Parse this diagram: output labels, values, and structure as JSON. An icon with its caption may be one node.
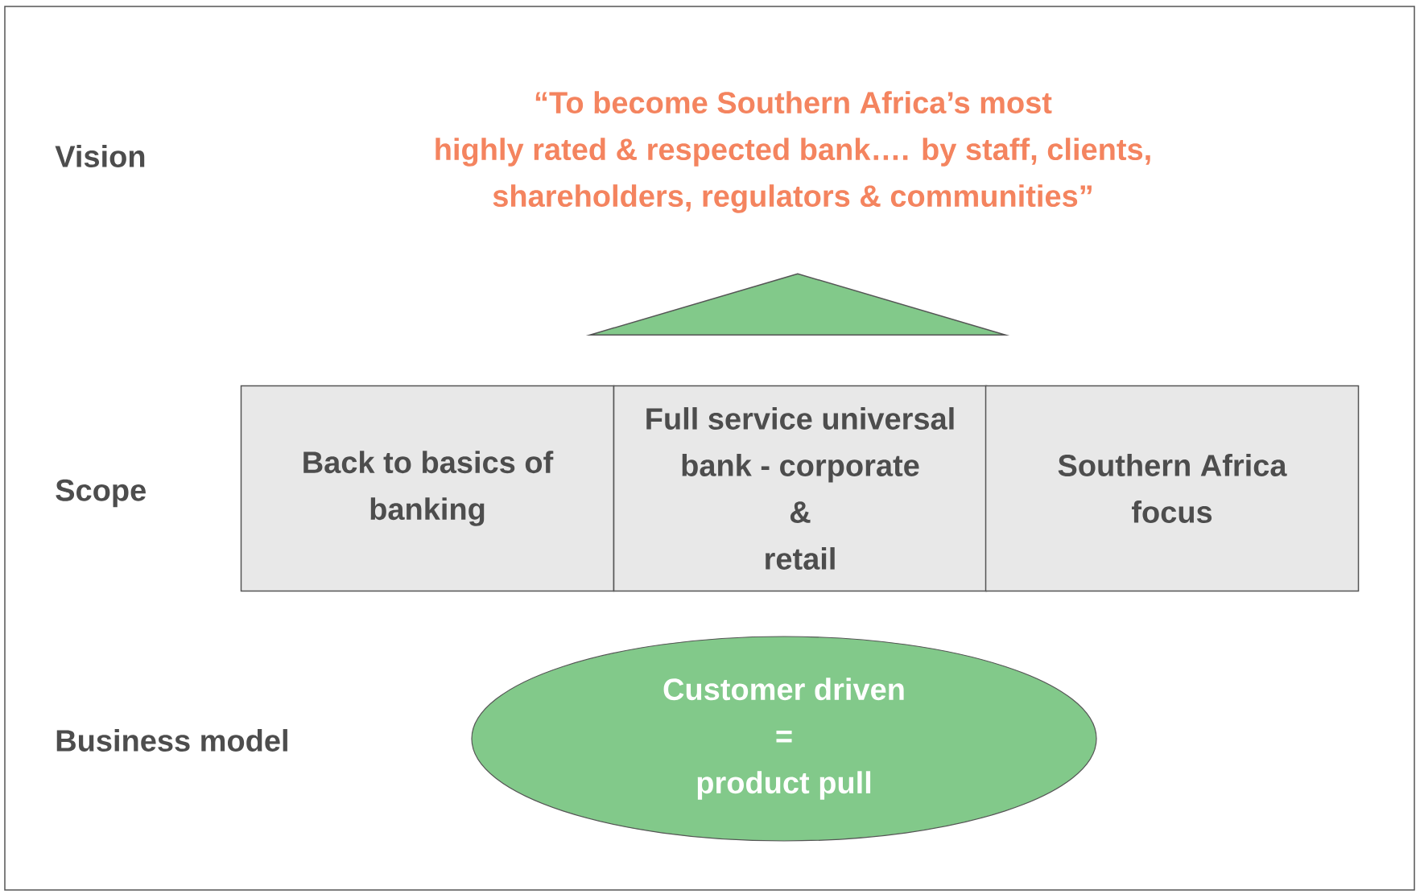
{
  "diagram": {
    "nodes": [
      {
        "text": [],
        "shape": "triangle"
      },
      {
        "text": [
          "Back to basics of banking"
        ]
      },
      {
        "text": [
          "Full service universal bank - corporate & retail"
        ]
      },
      {
        "text": [
          "Southern Africa focus"
        ]
      },
      {
        "text": [
          "Customer driven = product pull"
        ]
      }
    ],
    "labels": [
      "Vision",
      "“To become Southern Africa’s most highly rated & respected bank…. by staff, clients, shareholders, regulators & communities”",
      "Scope",
      "Business model"
    ]
  }
}
